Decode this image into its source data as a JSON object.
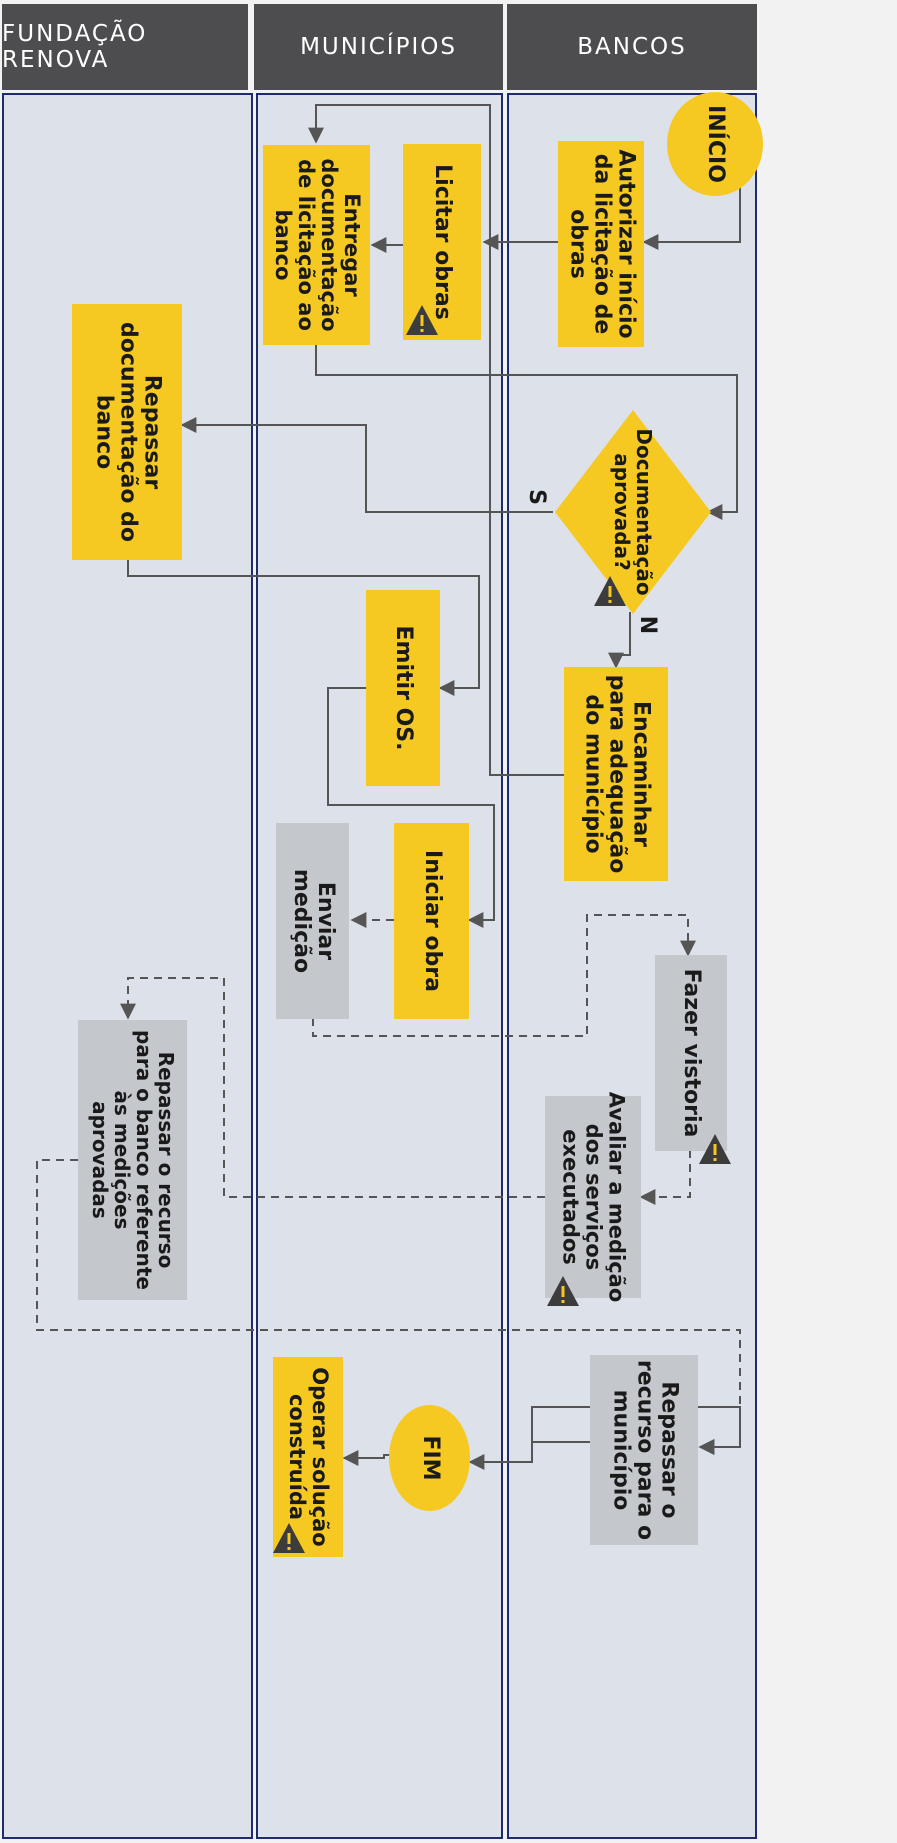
{
  "lanes": {
    "fundacao": "FUNDAÇÃO RENOVA",
    "municipios": "MUNICÍPIOS",
    "bancos": "BANCOS"
  },
  "nodes": {
    "inicio": "INÍCIO",
    "autorizar": "Autorizar início\nda licitação de\nobras",
    "licitar": "Licitar obras",
    "entregar": "Entregar\ndocumentação\nde licitação ao\nbanco",
    "decisao": "Documentação\naprovada?",
    "repassar_doc": "Repassar\ndocumentação do\nbanco",
    "encaminhar": "Encaminhar\npara adequação\ndo município",
    "emitir": "Emitir OS.",
    "iniciar": "Iniciar obra",
    "enviar": "Enviar\nmedição",
    "vistoria": "Fazer vistoria",
    "avaliar": "Avaliar a medição\ndos serviços\nexecutados",
    "repassar_recurso_banco": "Repassar o recurso\npara o banco referente\nàs medições\naprovadas",
    "repassar_recurso_mun": "Repassar o\nrecurso para o\nmunicípio",
    "fim": "FIM",
    "operar": "Operar solução\nconstruída"
  },
  "branch_labels": {
    "sim": "S",
    "nao": "N"
  },
  "colors": {
    "header": "#4d4d4f",
    "lane_fill": "#dde2ea",
    "lane_border": "#1f2c6c",
    "process_yellow": "#f5c922",
    "process_gray": "#c4c7cc",
    "connector": "#555555",
    "warning_icon": "#3c3c3c"
  }
}
